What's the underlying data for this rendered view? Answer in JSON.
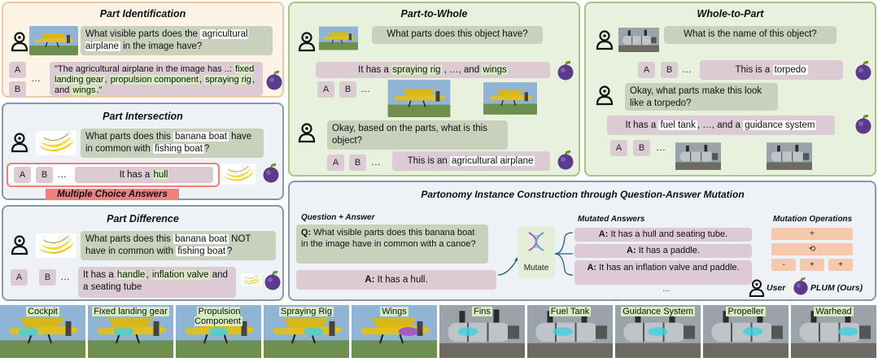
{
  "panels": {
    "part_identification": {
      "title": "Part Identification",
      "question_pre": "What visible parts does the ",
      "question_hl": "agricultural airplane",
      "question_post": " in the image have?",
      "options": [
        "A",
        "B"
      ],
      "dots": "…",
      "answer_pre": "\"The agricultural airplane in the image has ..: ",
      "answer_parts": [
        "fixed landing gear",
        "propulsion component",
        "spraying rig"
      ],
      "answer_post": ", and ",
      "answer_last": "wings",
      "answer_end": ".\""
    },
    "part_intersection": {
      "title": "Part Intersection",
      "question_pre": "What parts does this ",
      "question_hl1": "banana boat",
      "question_mid": " have in common with ",
      "question_hl2": "fishing boat",
      "question_end": "?",
      "options": [
        "A",
        "B"
      ],
      "dots": "…",
      "answer_pre": "It has a ",
      "answer_hl": "hull",
      "badge": "Multiple Choice Answers"
    },
    "part_difference": {
      "title": "Part Difference",
      "question_pre": "What parts does this ",
      "question_hl1": "banana boat",
      "question_mid": " NOT have in common with ",
      "question_hl2": "fishing boat",
      "question_end": "?",
      "options": [
        "A",
        "B"
      ],
      "dots": "…",
      "answer_pre": "It has a ",
      "answer_hl1": "handle",
      "answer_sep": ", ",
      "answer_hl2": "inflation valve",
      "answer_post": " and a seating tube"
    },
    "part_to_whole": {
      "title": "Part-to-Whole",
      "question": "What parts does this object have?",
      "answer1_pre": "It has a ",
      "answer1_hl1": "spraying rig",
      "answer1_mid": " , …, and ",
      "answer1_hl2": "wings",
      "options": [
        "A",
        "B"
      ],
      "dots": "…",
      "question2": "Okay, based on the parts, what is this object?",
      "answer2_pre": "This is an ",
      "answer2_hl": "agricultural airplane"
    },
    "whole_to_part": {
      "title": "Whole-to-Part",
      "question": "What is the name of this object?",
      "options": [
        "A",
        "B"
      ],
      "dots": "…",
      "answer1_pre": "This is a ",
      "answer1_hl": "torpedo",
      "question2": "Okay, what parts make this look like a torpedo?",
      "answer2_pre": "It has a ",
      "answer2_hl1": "fuel tank",
      "answer2_mid": ", …, and a ",
      "answer2_hl2": "guidance system"
    },
    "partonomy": {
      "title": "Partonomy Instance Construction through Question-Answer Mutation",
      "qa_label": "Question + Answer",
      "q_prefix": "Q:",
      "q_text": " What visible parts does this banana boat in the image have in common with a canoe?",
      "a_prefix": "A:",
      "a_text": " It has a hull.",
      "mutate_label": "Mutate",
      "mutated_label": "Mutated Answers",
      "mutated": [
        {
          "prefix": "A:",
          "text": " It has a hull and seating tube."
        },
        {
          "prefix": "A:",
          "text": " It has a paddle."
        },
        {
          "prefix": "A:",
          "text": " It has an inflation valve and paddle."
        }
      ],
      "mutated_more": "…",
      "ops_label": "Mutation Operations",
      "ops": [
        "+",
        "⟲",
        "-",
        "+",
        "+"
      ],
      "legend_user": "User",
      "legend_plum": "PLUM (Ours)"
    }
  },
  "strip": [
    "Cockpit",
    "Fixed landing gear",
    "Propulsion Component",
    "Spraying Rig",
    "Wings",
    "Fins",
    "Fuel Tank",
    "Guidance System",
    "Propeller",
    "Warhead"
  ],
  "colors": {
    "identification_bg": "#fdf3e6",
    "identification_border": "#f2c99c",
    "intersection_bg": "#eef2f7",
    "border_blue": "#8a97ad",
    "green_bg": "#e8f0de",
    "green_border": "#a9c18c",
    "question": "#c9d1bc",
    "answer": "#dccbd2",
    "highlight_red": "#f08080"
  }
}
